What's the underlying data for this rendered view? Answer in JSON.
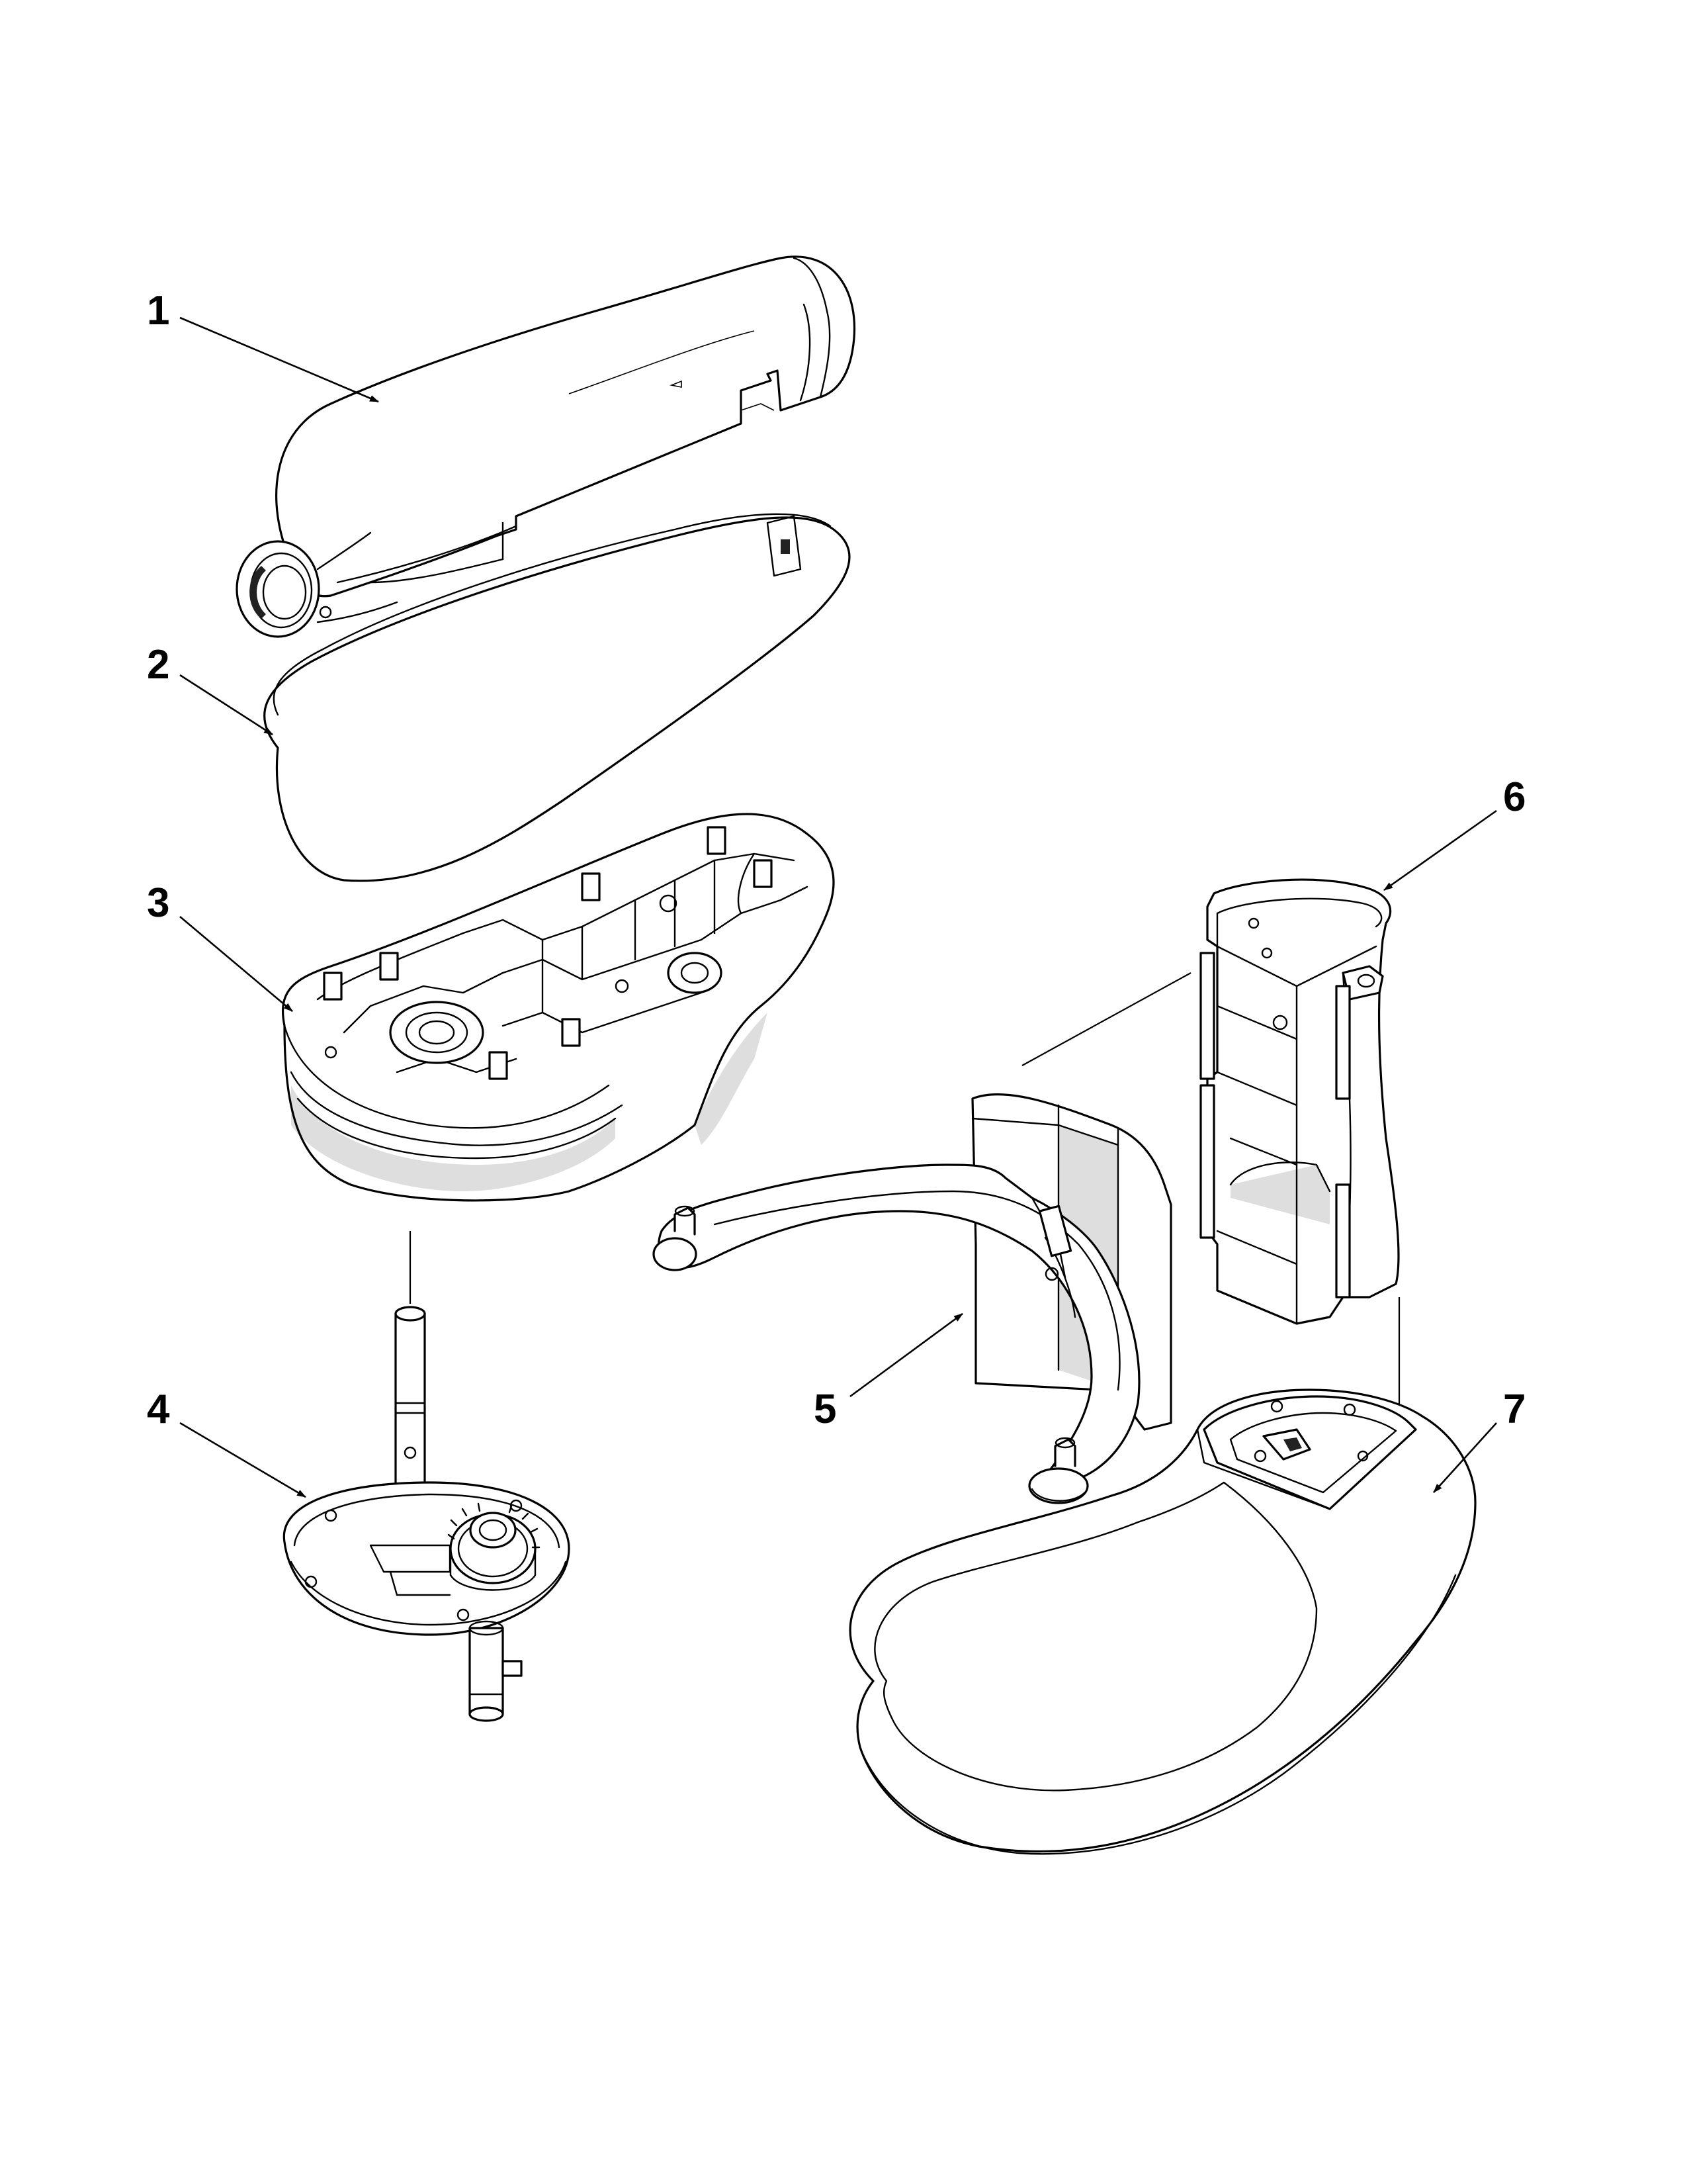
{
  "colors": {
    "line": "#000000",
    "background": "#ffffff"
  },
  "parts": [
    {
      "id": "1",
      "label": "1"
    },
    {
      "id": "2",
      "label": "2"
    },
    {
      "id": "3",
      "label": "3"
    },
    {
      "id": "4",
      "label": "4"
    },
    {
      "id": "5",
      "label": "5"
    },
    {
      "id": "6",
      "label": "6"
    },
    {
      "id": "7",
      "label": "7"
    }
  ]
}
